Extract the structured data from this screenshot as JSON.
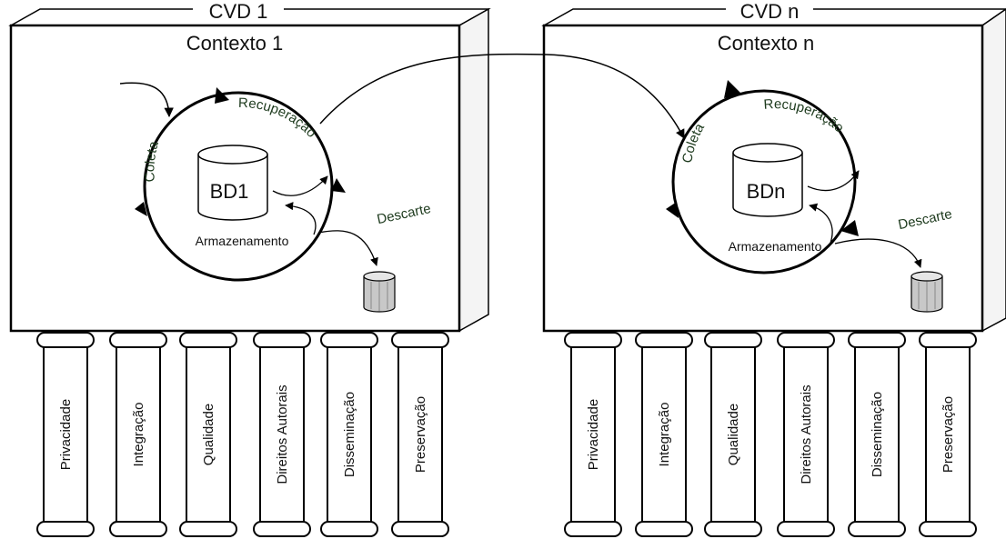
{
  "cvds": [
    {
      "title": "CVD 1",
      "context": "Contexto 1",
      "database": "BD1",
      "cycle": {
        "collect": "Coleta",
        "recovery": "Recuperação",
        "storage": "Armazenamento",
        "discard": "Descarte"
      },
      "pillars": [
        "Privacidade",
        "Integração",
        "Qualidade",
        "Direitos Autorais",
        "Disseminação",
        "Preservação"
      ]
    },
    {
      "title": "CVD n",
      "context": "Contexto n",
      "database": "BDn",
      "cycle": {
        "collect": "Coleta",
        "recovery": "Recuperação",
        "storage": "Armazenamento",
        "discard": "Descarte"
      },
      "pillars": [
        "Privacidade",
        "Integração",
        "Qualidade",
        "Direitos Autorais",
        "Disseminação",
        "Preservação"
      ]
    }
  ]
}
